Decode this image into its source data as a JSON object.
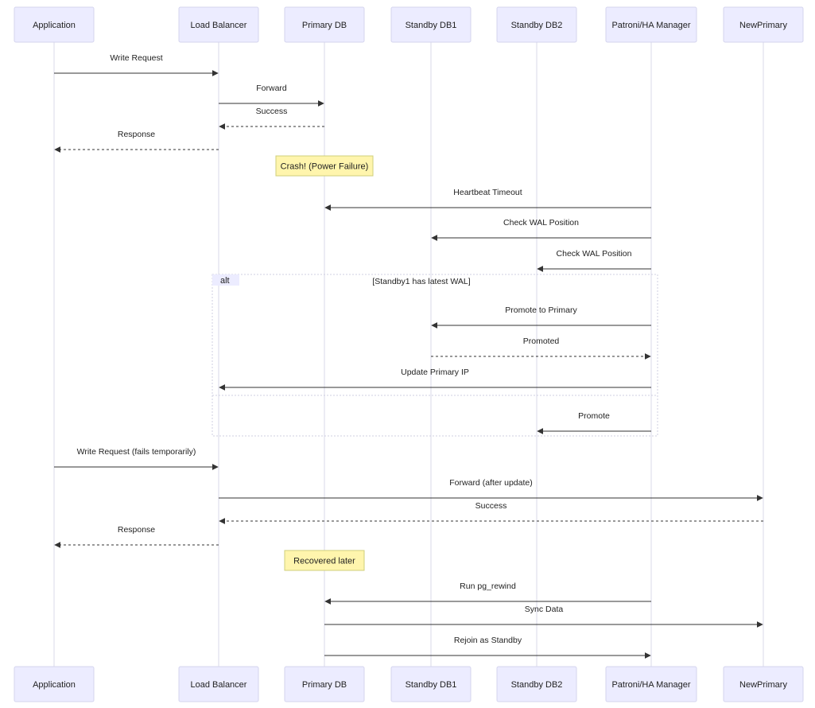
{
  "diagram": {
    "participants": [
      {
        "id": "app",
        "label": "Application"
      },
      {
        "id": "lb",
        "label": "Load Balancer"
      },
      {
        "id": "primary",
        "label": "Primary DB"
      },
      {
        "id": "standby1",
        "label": "Standby DB1"
      },
      {
        "id": "standby2",
        "label": "Standby DB2"
      },
      {
        "id": "patroni",
        "label": "Patroni/HA Manager"
      },
      {
        "id": "newprimary",
        "label": "NewPrimary"
      }
    ],
    "messages": [
      {
        "from": "app",
        "to": "lb",
        "label": "Write Request",
        "dashed": false
      },
      {
        "from": "lb",
        "to": "primary",
        "label": "Forward",
        "dashed": false
      },
      {
        "from": "primary",
        "to": "lb",
        "label": "Success",
        "dashed": true
      },
      {
        "from": "lb",
        "to": "app",
        "label": "Response",
        "dashed": true
      },
      {
        "note": "Crash! (Power Failure)",
        "over": "primary"
      },
      {
        "from": "patroni",
        "to": "primary",
        "label": "Heartbeat Timeout",
        "dashed": false
      },
      {
        "from": "patroni",
        "to": "standby1",
        "label": "Check WAL Position",
        "dashed": false
      },
      {
        "from": "patroni",
        "to": "standby2",
        "label": "Check WAL Position",
        "dashed": false
      },
      {
        "from": "patroni",
        "to": "standby1",
        "label": "Promote to Primary",
        "dashed": false
      },
      {
        "from": "standby1",
        "to": "patroni",
        "label": "Promoted",
        "dashed": true
      },
      {
        "from": "patroni",
        "to": "lb",
        "label": "Update Primary IP",
        "dashed": false
      },
      {
        "from": "patroni",
        "to": "standby2",
        "label": "Promote",
        "dashed": false
      },
      {
        "from": "app",
        "to": "lb",
        "label": "Write Request (fails temporarily)",
        "dashed": false
      },
      {
        "from": "lb",
        "to": "newprimary",
        "label": "Forward (after update)",
        "dashed": false
      },
      {
        "from": "newprimary",
        "to": "lb",
        "label": "Success",
        "dashed": true
      },
      {
        "from": "lb",
        "to": "app",
        "label": "Response",
        "dashed": true
      },
      {
        "note": "Recovered later",
        "over": "primary"
      },
      {
        "from": "patroni",
        "to": "primary",
        "label": "Run pg_rewind",
        "dashed": false
      },
      {
        "from": "primary",
        "to": "newprimary",
        "label": "Sync Data",
        "dashed": false
      },
      {
        "from": "primary",
        "to": "patroni",
        "label": "Rejoin as Standby",
        "dashed": false
      }
    ],
    "alt_frame": {
      "tag": "alt",
      "condition": "[Standby1 has latest WAL]"
    }
  }
}
